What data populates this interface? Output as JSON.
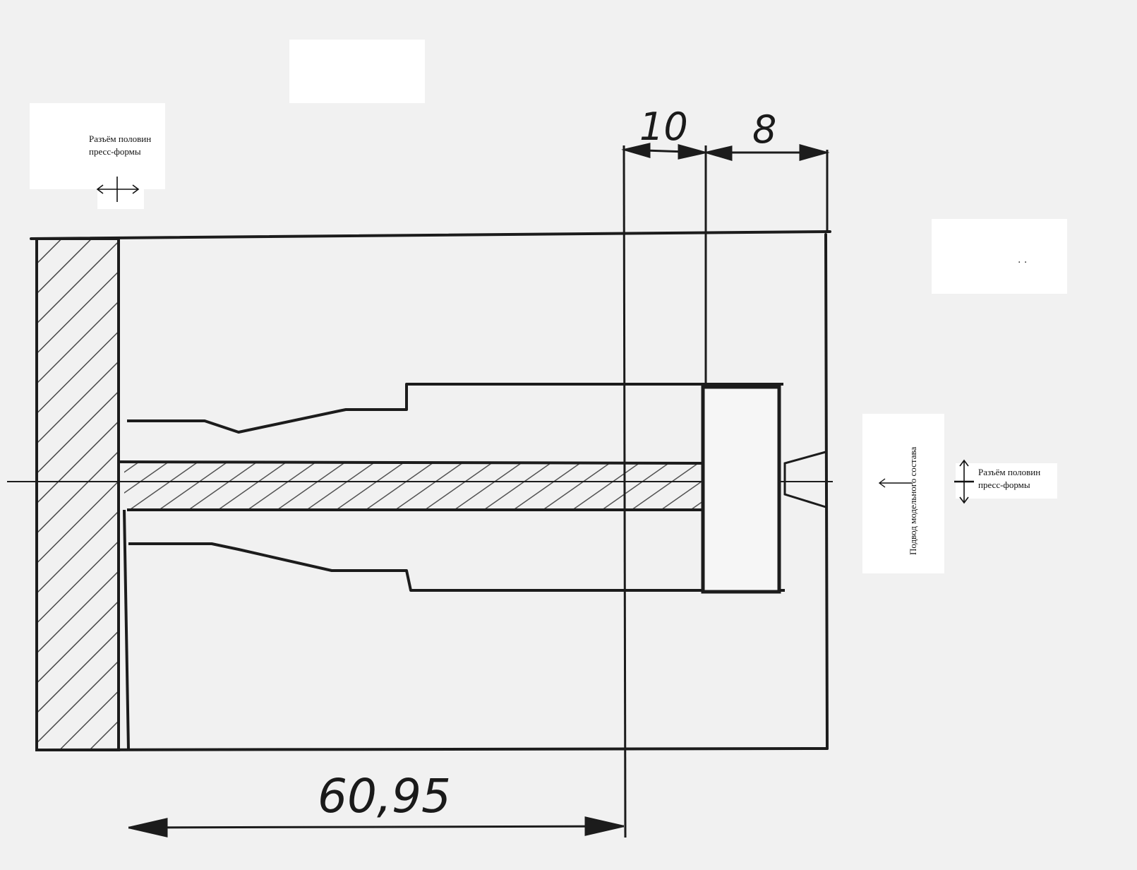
{
  "labels": {
    "parting_line_top_line1": "Разъём половин",
    "parting_line_top_line2": "пресс-формы",
    "parting_line_right_line1": "Разъём половин",
    "parting_line_right_line2": "пресс-формы",
    "feed_label": "Подвод модельного состава"
  },
  "dimensions": {
    "gate_length": "10",
    "feeder_length": "8",
    "overall_length": "60,95"
  },
  "colors": {
    "paper": "#f1f1f1",
    "ink": "#1c1c1c",
    "label_background": "#ffffff"
  }
}
